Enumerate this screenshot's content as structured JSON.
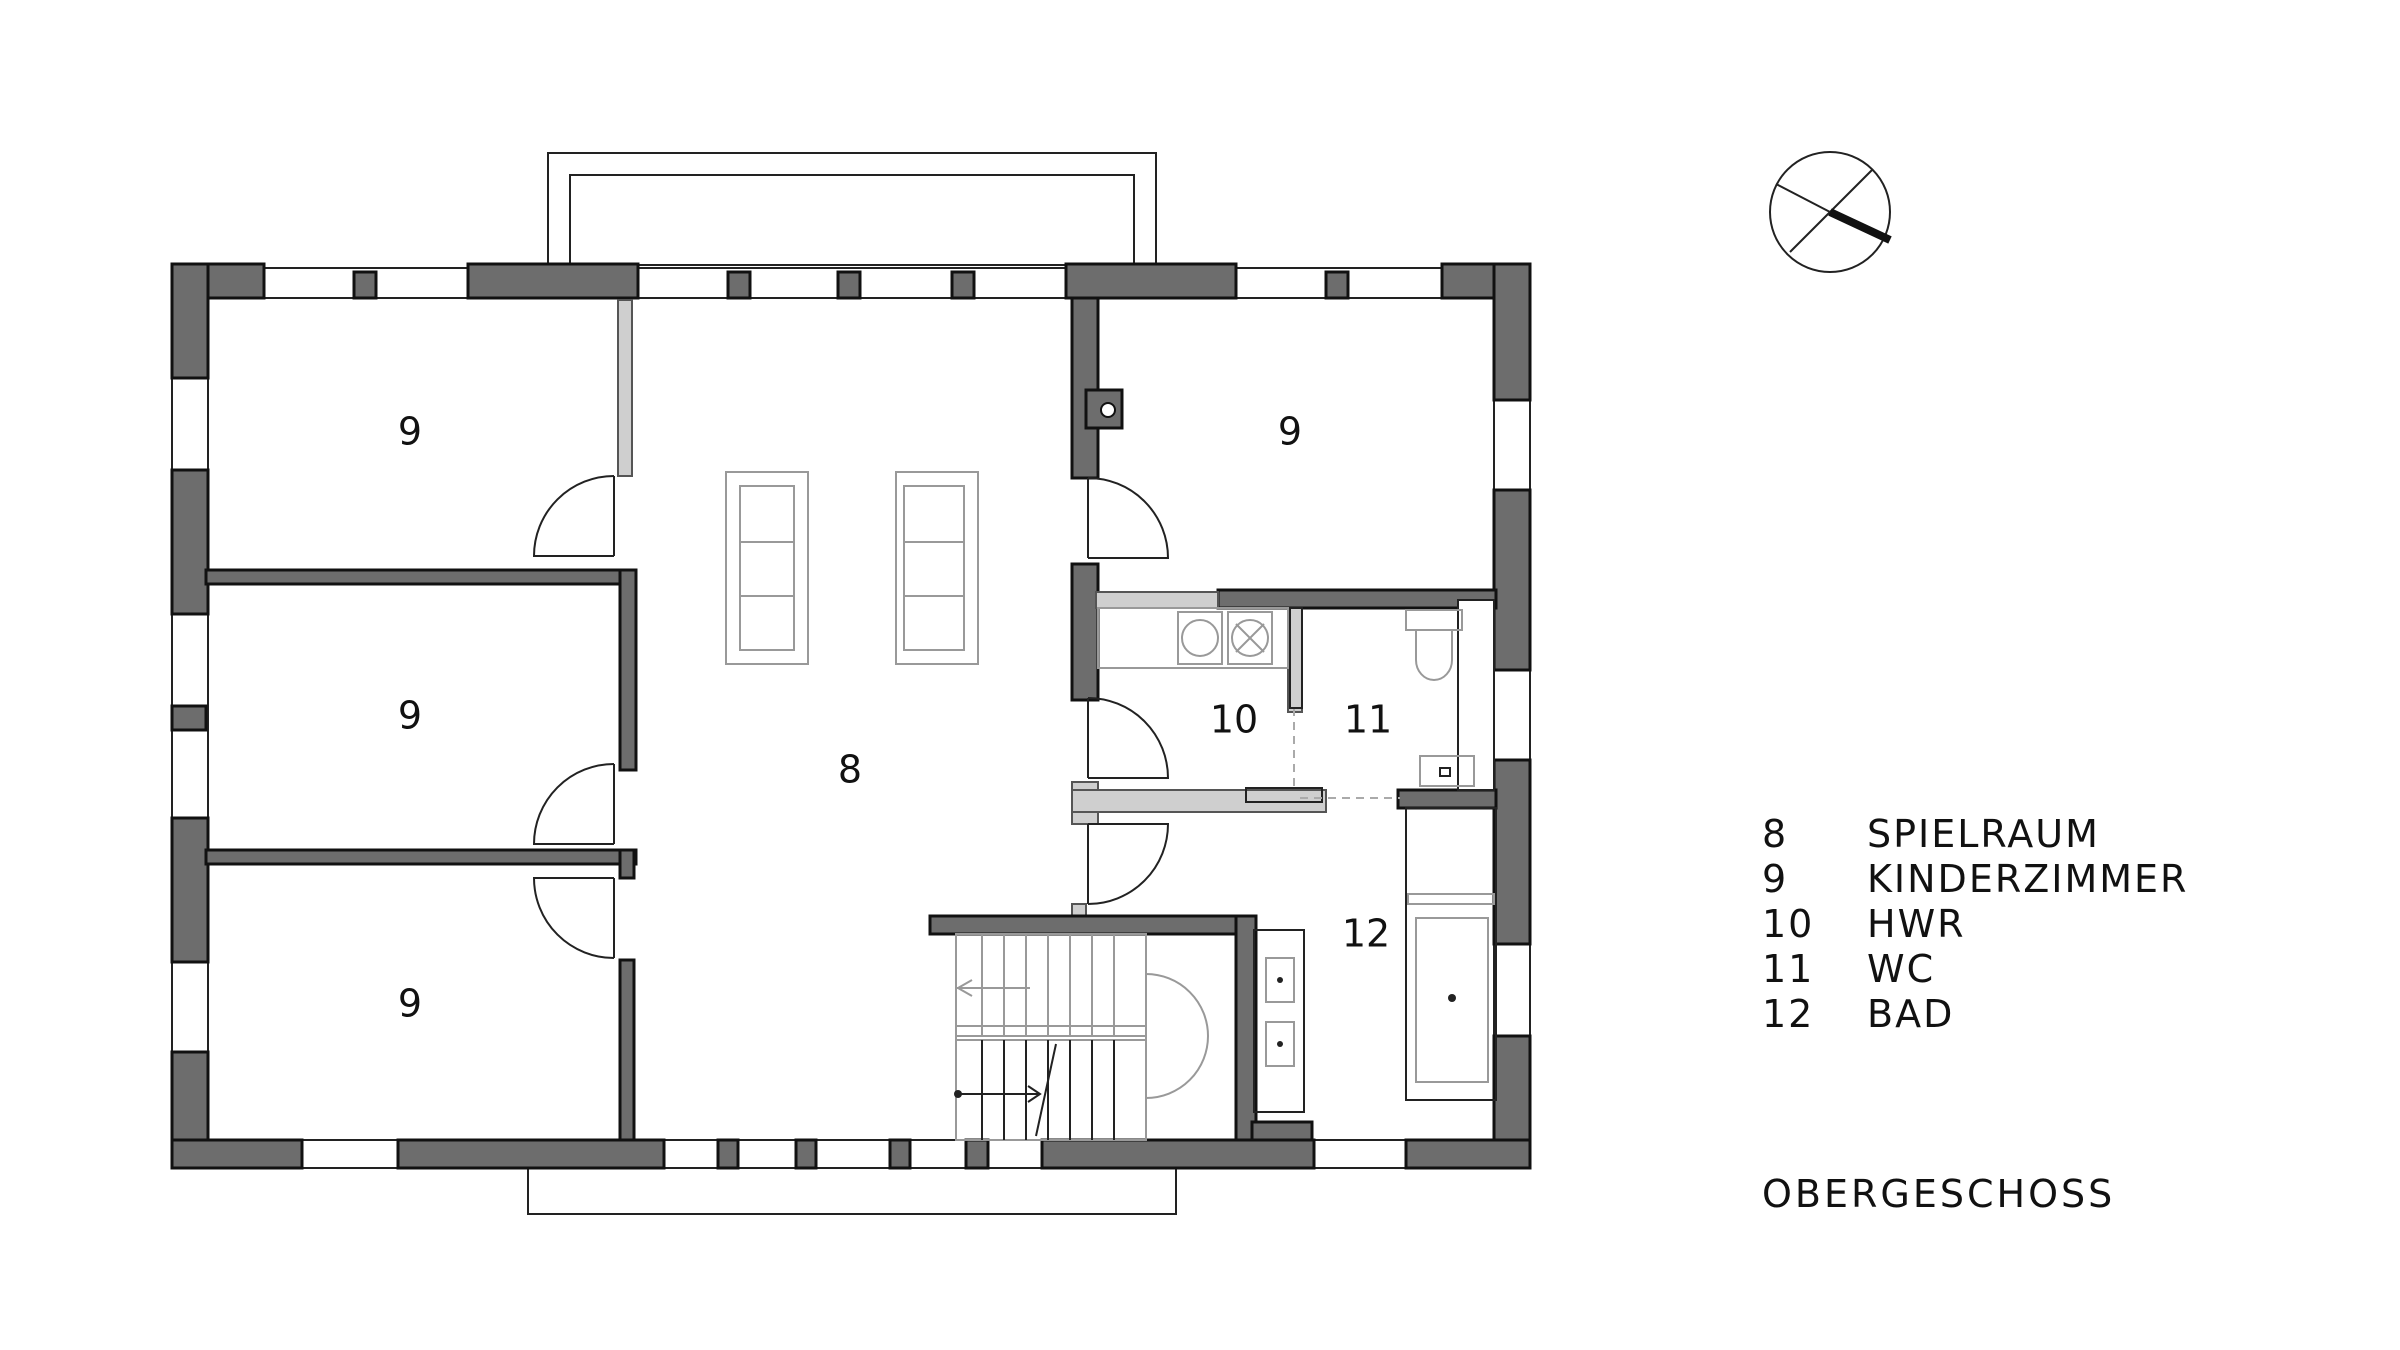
{
  "plan": {
    "rooms": [
      {
        "id": "room-9-upper-left",
        "label": "9"
      },
      {
        "id": "room-9-middle-left",
        "label": "9"
      },
      {
        "id": "room-9-lower-left",
        "label": "9"
      },
      {
        "id": "room-8-center",
        "label": "8"
      },
      {
        "id": "room-9-right",
        "label": "9"
      },
      {
        "id": "room-10",
        "label": "10"
      },
      {
        "id": "room-11",
        "label": "11"
      },
      {
        "id": "room-12",
        "label": "12"
      }
    ],
    "compass_icon": "north-arrow-icon",
    "wall_color": "#6d6d6d"
  },
  "legend": [
    {
      "num": "8",
      "name": "SPIELRAUM"
    },
    {
      "num": "9",
      "name": "KINDERZIMMER"
    },
    {
      "num": "10",
      "name": "HWR"
    },
    {
      "num": "11",
      "name": "WC"
    },
    {
      "num": "12",
      "name": "BAD"
    }
  ],
  "floor_title": "OBERGESCHOSS"
}
